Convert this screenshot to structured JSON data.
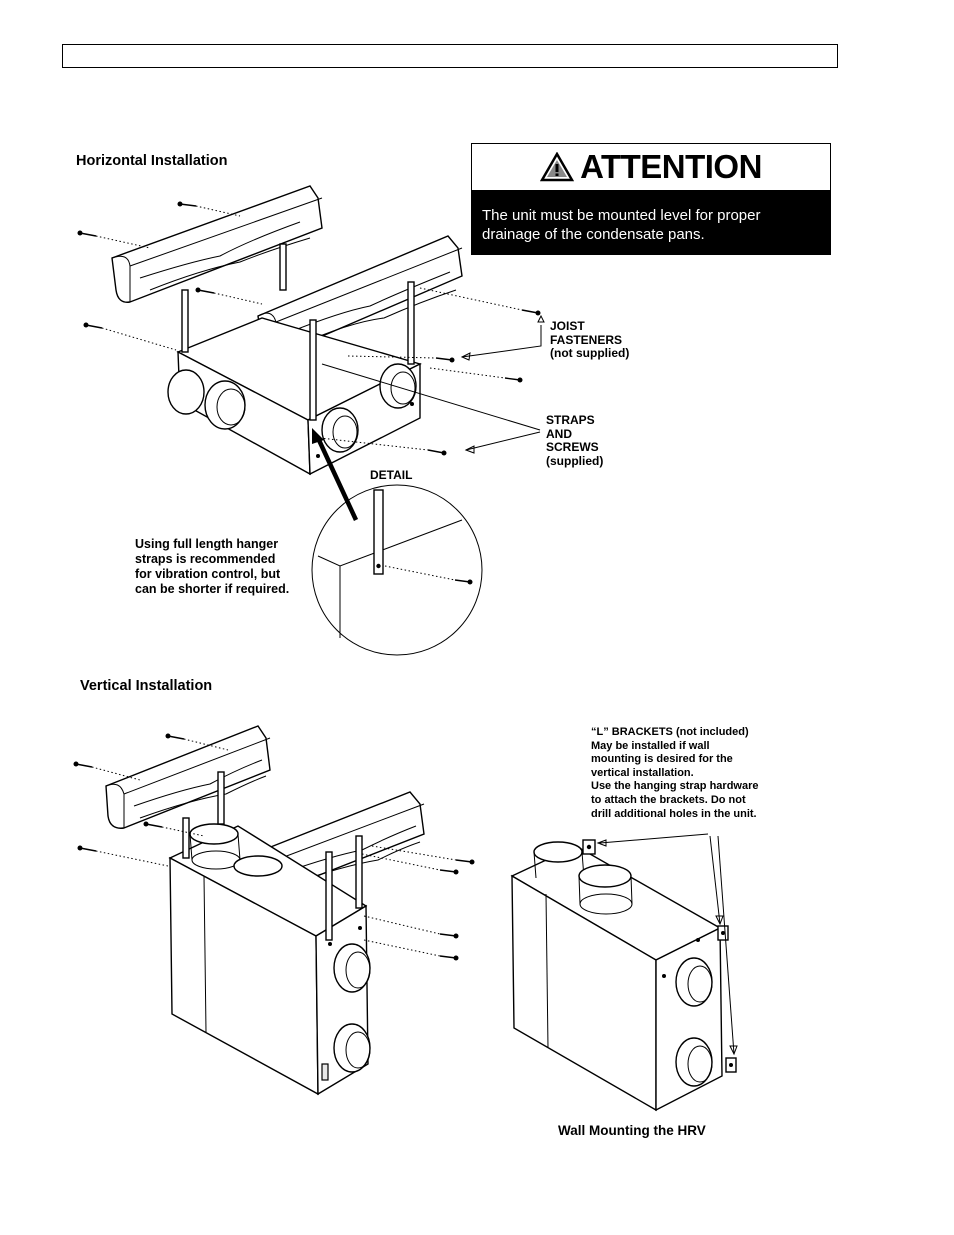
{
  "page": {
    "header_text": ""
  },
  "horizontal": {
    "title": "Horizontal Installation",
    "joist_fasteners": [
      "JOIST",
      "FASTENERS",
      "(not supplied)"
    ],
    "straps_and_screws": [
      "STRAPS",
      "AND",
      "SCREWS",
      "(supplied)"
    ],
    "detail_label": "DETAIL",
    "hanger_note": [
      "Using full length hanger",
      "straps is recommended",
      "for vibration control, but",
      "can be shorter if required."
    ]
  },
  "attention": {
    "title": "ATTENTION",
    "message_line1": "The unit must be mounted level for proper",
    "message_line2": "drainage of the condensate pans.",
    "icon": "warning-triangle-icon"
  },
  "vertical": {
    "title": "Vertical Installation",
    "brackets_note": [
      "“L” BRACKETS (not included)",
      "May be installed if wall",
      "mounting is desired for the",
      "vertical installation.",
      "Use the hanging strap hardware",
      "to attach the brackets. Do not",
      "drill additional holes in the unit."
    ],
    "wall_mount_caption": "Wall Mounting the HRV"
  }
}
